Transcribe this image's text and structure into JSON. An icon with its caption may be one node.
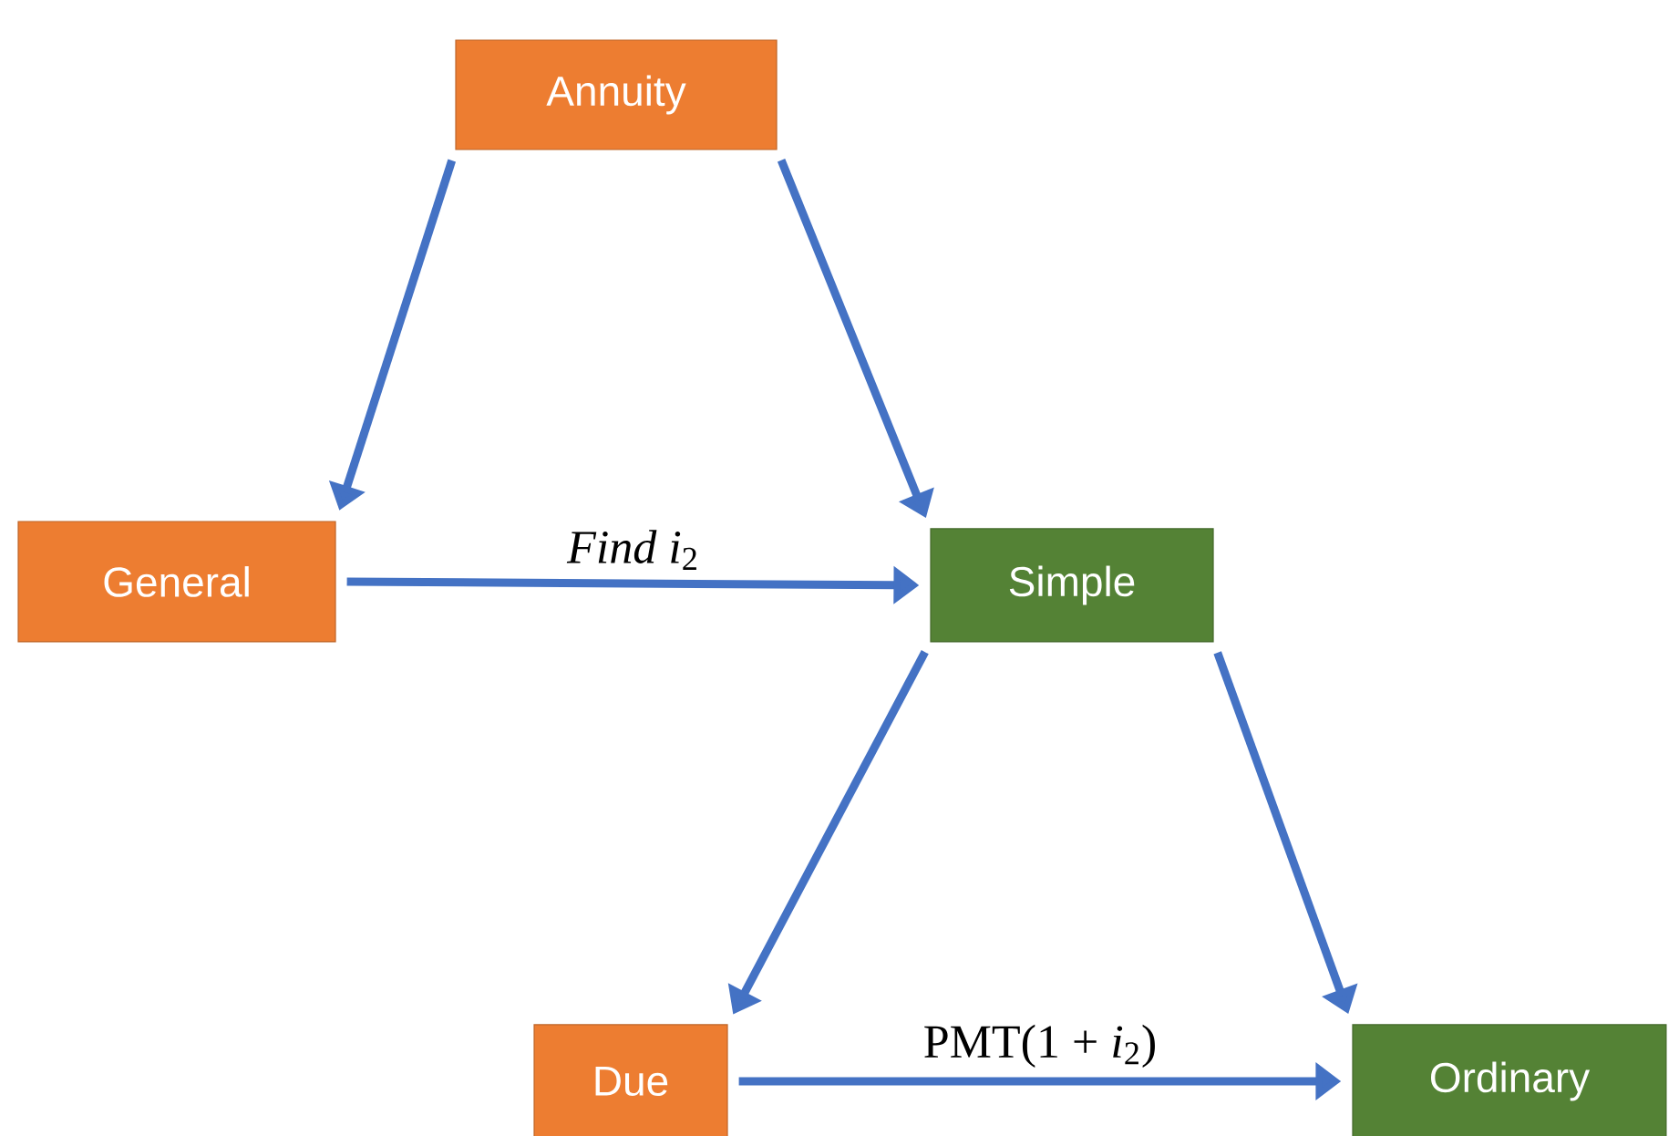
{
  "diagram": {
    "nodes": [
      {
        "text": [
          "Annuity"
        ]
      },
      {
        "text": [
          "General"
        ]
      },
      {
        "text": [
          "Simple"
        ]
      },
      {
        "text": [
          "Due"
        ]
      },
      {
        "text": [
          "Ordinary"
        ]
      }
    ],
    "edges": [
      {
        "from": 0,
        "to": 1,
        "arrow": "to"
      },
      {
        "from": 0,
        "to": 2,
        "arrow": "to"
      },
      {
        "from": 1,
        "to": 2,
        "arrow": "to",
        "label": "*Find i*$_{2}$"
      },
      {
        "from": 2,
        "to": 3,
        "arrow": "to"
      },
      {
        "from": 2,
        "to": 4,
        "arrow": "to"
      },
      {
        "from": 3,
        "to": 4,
        "arrow": "to",
        "label": "PMT(1 + *i*$_{2}$)"
      }
    ]
  }
}
